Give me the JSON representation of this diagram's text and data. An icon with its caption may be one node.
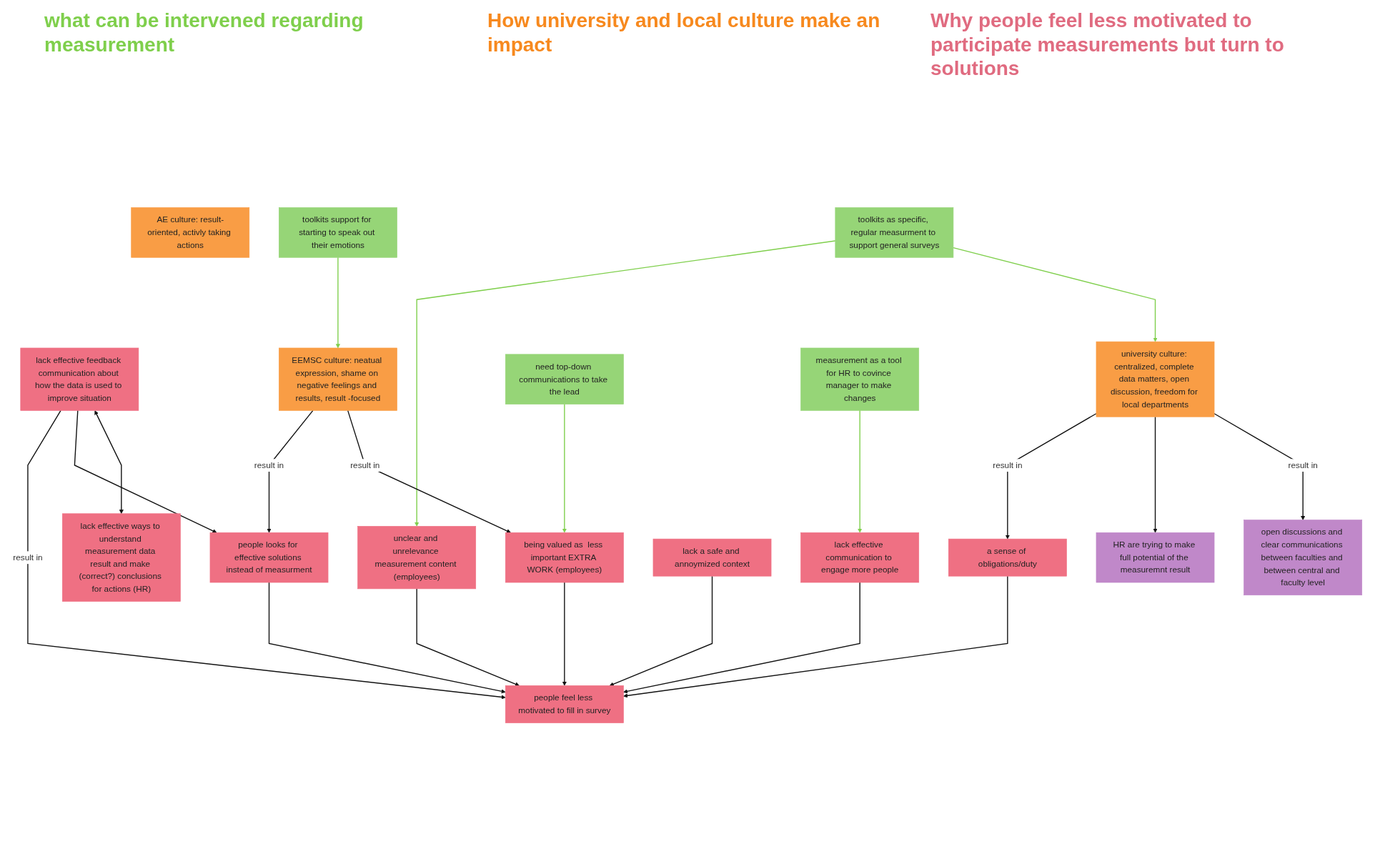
{
  "diagram": {
    "nodes": [
      {
        "text": [
          "open discussions and clear communications between faculties and between central and faculty level"
        ]
      },
      {
        "text": [
          "HR are trying to make full potential of the measuremnt result"
        ]
      },
      {
        "text": [
          "toolkits support for starting to speak out their emotions"
        ]
      },
      {
        "text": [
          "toolkits as specific, regular measurment to support general surveys"
        ]
      },
      {
        "text": [
          "measurement as a tool for HR to covince manager to make changes"
        ]
      },
      {
        "text": [
          "need top-down communications to take the lead"
        ]
      },
      {
        "text": [
          "university culture: centralized, complete data matters, open discussion, freedom for local departments"
        ]
      },
      {
        "text": [
          "lack effective ways to understand measurement data result and make (correct?) conclusions for actions (HR)"
        ]
      },
      {
        "text": [
          "AE culture: result-oriented, activly taking actions"
        ]
      },
      {
        "text": [
          "EEMSC culture: neatual expression, shame on negative feelings and results, result -focused"
        ]
      },
      {
        "text": [
          "lack effective feedback communication about how the data is used to improve situation"
        ]
      },
      {
        "text": [
          "lack a safe and annoymized context"
        ]
      },
      {
        "text": [
          "lack effective communication to engage more people"
        ]
      },
      {
        "text": [
          "unclear and unrelevance measurement content (employees)"
        ]
      },
      {
        "text": [
          "being valued as  less important EXTRA WORK (employees)"
        ]
      },
      {
        "text": [
          "a sense of obligations/duty"
        ]
      },
      {
        "text": [
          "people looks for effective solutions instead of measurment"
        ]
      },
      {
        "text": [
          "people feel less motivated to fill in survey"
        ]
      }
    ],
    "edges": [
      {
        "from": 6,
        "to": 0,
        "arrow": "to",
        "label": "result in"
      },
      {
        "from": 6,
        "to": 1,
        "arrow": "to"
      },
      {
        "from": 2,
        "to": 9,
        "arrow": "to",
        "color": "#7fcf4c"
      },
      {
        "from": 3,
        "to": 6,
        "arrow": "to",
        "color": "#7fcf4c"
      },
      {
        "from": 3,
        "to": 13,
        "arrow": "to",
        "color": "#7fcf4c"
      },
      {
        "from": 4,
        "to": 12,
        "arrow": "to",
        "color": "#7fcf4c"
      },
      {
        "from": 5,
        "to": 14,
        "arrow": "to",
        "color": "#7fcf4c"
      },
      {
        "from": 6,
        "to": 15,
        "arrow": "to",
        "label": "result in"
      },
      {
        "from": 10,
        "to": 7,
        "arrow": "both"
      },
      {
        "from": 9,
        "to": 14,
        "arrow": "to",
        "label": "result in"
      },
      {
        "from": 9,
        "to": 16,
        "arrow": "to",
        "label": "result in"
      },
      {
        "from": 10,
        "to": 16,
        "arrow": "to"
      },
      {
        "from": 10,
        "to": 17,
        "arrow": "to",
        "label": "result in"
      },
      {
        "from": 11,
        "to": 17,
        "arrow": "to"
      },
      {
        "from": 12,
        "to": 17,
        "arrow": "to"
      },
      {
        "from": 13,
        "to": 17,
        "arrow": "to"
      },
      {
        "from": 14,
        "to": 17,
        "arrow": "to"
      },
      {
        "from": 15,
        "to": 17,
        "arrow": "to"
      },
      {
        "from": 16,
        "to": 17,
        "arrow": "to"
      }
    ],
    "labels": [
      "what can be intervened regarding measurement",
      "How university and local culture make an impact",
      "Why people feel less motivated to participate measurements but turn to solutions"
    ]
  }
}
